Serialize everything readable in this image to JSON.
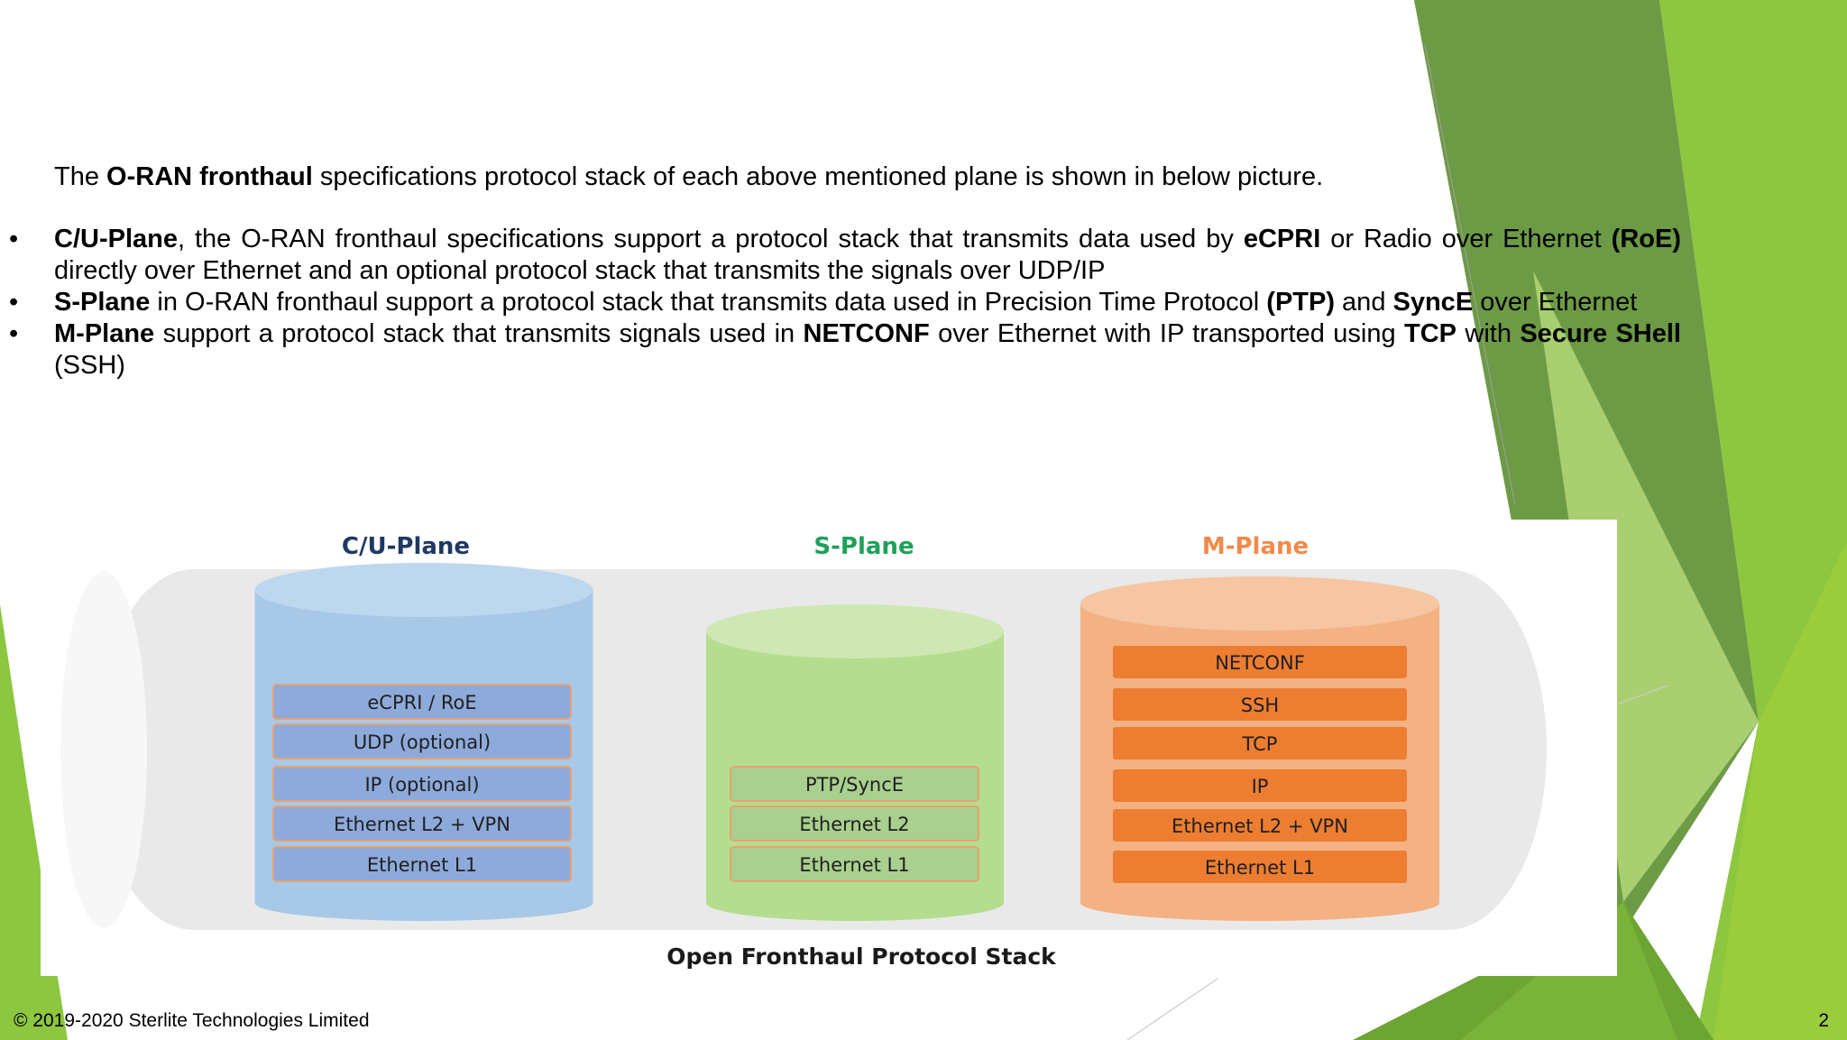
{
  "intro": {
    "pre": "The ",
    "bold": "O-RAN fronthaul",
    "post": " specifications protocol stack of each above mentioned plane is shown in below picture."
  },
  "bullets": [
    [
      {
        "t": "C/U-Plane",
        "b": true
      },
      {
        "t": ", the O-RAN fronthaul specifications support a protocol stack that transmits data used by ",
        "b": false
      },
      {
        "t": "eCPRI",
        "b": true
      },
      {
        "t": " or Radio over Ethernet ",
        "b": false
      },
      {
        "t": "(RoE)",
        "b": true
      },
      {
        "t": " directly over Ethernet and an optional protocol stack that transmits the signals over UDP/IP",
        "b": false
      }
    ],
    [
      {
        "t": "S-Plane",
        "b": true
      },
      {
        "t": " in O-RAN fronthaul support a protocol stack that transmits data used in Precision Time Protocol ",
        "b": false
      },
      {
        "t": "(PTP)",
        "b": true
      },
      {
        "t": " and ",
        "b": false
      },
      {
        "t": "SyncE",
        "b": true
      },
      {
        "t": " over Ethernet",
        "b": false
      }
    ],
    [
      {
        "t": "M-Plane",
        "b": true
      },
      {
        "t": " support a protocol stack that transmits signals used in ",
        "b": false
      },
      {
        "t": "NETCONF",
        "b": true
      },
      {
        "t": " over Ethernet with IP transported using ",
        "b": false
      },
      {
        "t": "TCP",
        "b": true
      },
      {
        "t": " with ",
        "b": false
      },
      {
        "t": "Secure SHell",
        "b": true
      },
      {
        "t": " (SSH)",
        "b": false
      }
    ]
  ],
  "figure": {
    "caption": "Open Fronthaul Protocol Stack",
    "planes": [
      {
        "title": "C/U-Plane",
        "layers": [
          "eCPRI / RoE",
          "UDP (optional)",
          "IP (optional)",
          "Ethernet L2 + VPN",
          "Ethernet L1"
        ]
      },
      {
        "title": "S-Plane",
        "layers": [
          "PTP/SyncE",
          "Ethernet L2",
          "Ethernet L1"
        ]
      },
      {
        "title": "M-Plane",
        "layers": [
          "NETCONF",
          "SSH",
          "TCP",
          "IP",
          "Ethernet L2 + VPN",
          "Ethernet L1"
        ]
      }
    ]
  },
  "colors": {
    "cu_title": "#1f3864",
    "s_title": "#1fa05a",
    "m_title": "#f08a4b",
    "cu_body": "#a8c8e8",
    "cu_layer": "#8eaadb",
    "s_body": "#b5dd8f",
    "s_layer": "#a9d08e",
    "m_body": "#f4b183",
    "m_layer": "#ed7d31",
    "green_dark": "#5e8f3a",
    "green_light": "#8dc63f"
  },
  "footer": {
    "copyright": "© 2019-2020 Sterlite Technologies Limited",
    "page": "2"
  }
}
